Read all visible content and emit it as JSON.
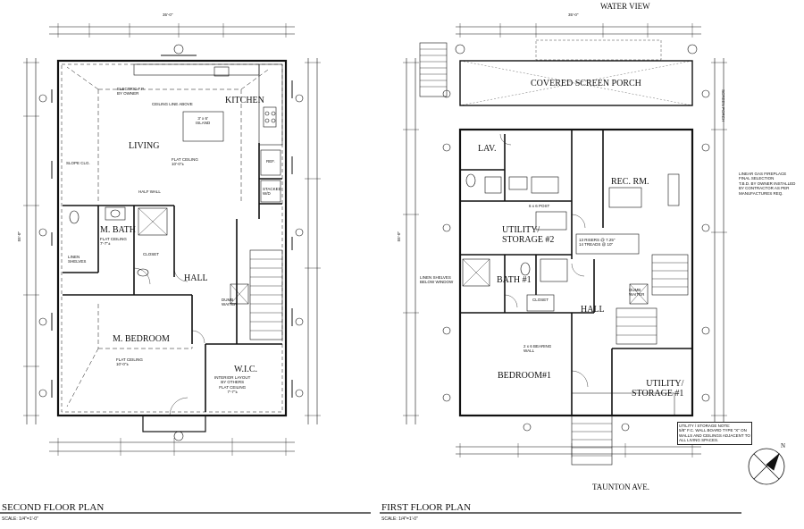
{
  "top_label": "WATER VIEW",
  "bottom_label": "TAUNTON AVE.",
  "second_floor": {
    "title": "SECOND FLOOR PLAN",
    "scale": "SCALE: 1/4\"=1'-0\"",
    "rooms": {
      "living": "LIVING",
      "kitchen": "KITCHEN",
      "m_bath": "M. BATH",
      "m_bedroom": "M. BEDROOM",
      "hall": "HALL",
      "wic": "W.I.C."
    },
    "notes": {
      "flat_ceiling_living": "FLAT CEILING\n10'-0\"±",
      "flat_ceiling_bath": "FLAT CEILING\n7'-7\"±",
      "flat_ceiling_bedroom": "FLAT CEILING\n10'-0\"±",
      "flat_ceiling_wic": "INTERIOR LAYOUT\nBY OTHERS\nFLAT CEILING\n7'-7\"±",
      "ceiling_line_above": "CEILING LINE ABOVE",
      "slope_clg": "SLOPE CLG.",
      "half_wall": "HALF WALL",
      "closet": "CLOSET",
      "linen_shelves": "LINEN\nSHELVES",
      "ref": "REF.",
      "stacked_wd": "STACKED\nW/D",
      "island": "3' x 6'\nISLAND",
      "electric_fp": "ELECTRIC F.P.\nBY OWNER",
      "dumb_waiter": "DUMB\nWAITER"
    },
    "dims": {
      "overall_width": "35'-0\"",
      "overall_depth": "55'-0\""
    }
  },
  "first_floor": {
    "title": "FIRST FLOOR PLAN",
    "scale": "SCALE: 1/4\"=1'-0\"",
    "rooms": {
      "porch": "COVERED SCREEN PORCH",
      "lav": "LAV.",
      "rec_rm": "REC. RM.",
      "utility2": "UTILITY/\nSTORAGE #2",
      "bath1": "BATH #1",
      "hall": "HALL",
      "bedroom1": "BEDROOM#1",
      "utility1": "UTILITY/\nSTORAGE #1"
    },
    "notes": {
      "gas_fireplace": "LINEAR GAS FIREPLACE\nFINAL SELECTION\nT.B.D. BY OWNER INSTALLED\nBY CONTRACTOR AS PER\nMANUFACTURES REQ.",
      "storage_note": "UTILITY / STORAGE NOTE:\n5/8\" F.C. WALL BOARD TYPE \"X\" ON\nWALLS AND CEILINGS ADJACENT TO\nALL LIVING SPACES.",
      "linen_shelves": "LINEN SHELVES\nBELOW WINDOW",
      "closet": "CLOSET",
      "bearing_wall": "2 x 6 BEARING\nWALL",
      "risers": "13 RISERS @ 7.25\"\n14 TREADS @ 10\"",
      "post": "6 x 6 POST",
      "screen_porch": "SCREEN PORCH",
      "dumb_waiter": "DUMB\nWAITER"
    },
    "dims": {
      "overall_width": "35'-0\"",
      "overall_depth": "55'-0\""
    }
  },
  "north_arrow": "N"
}
